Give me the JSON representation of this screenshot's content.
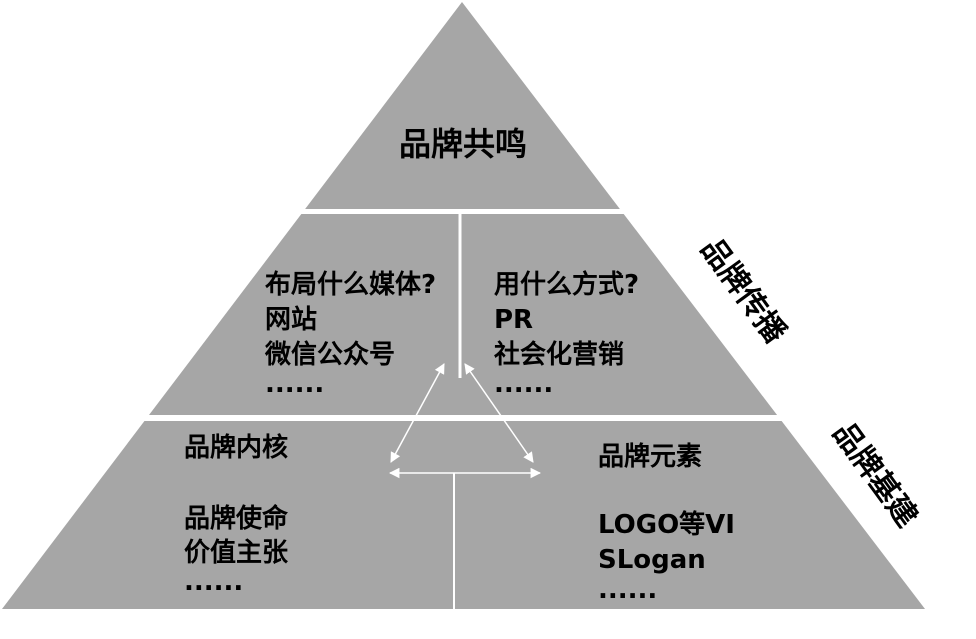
{
  "top": {
    "title": "品牌共鸣"
  },
  "middle": {
    "side_label": "品牌传播",
    "left": [
      "布局什么媒体?",
      "网站",
      "微信公众号",
      "......"
    ],
    "right": [
      "用什么方式?",
      "PR",
      "社会化营销",
      "......"
    ]
  },
  "bottom": {
    "side_label": "品牌基建",
    "left": [
      "品牌内核",
      "品牌使命",
      "价值主张",
      "......"
    ],
    "right": [
      "品牌元素",
      "LOGO等VI",
      "SLogan",
      "......"
    ]
  },
  "colors": {
    "fill": "#a6a6a6",
    "lines": "#ffffff",
    "text": "#000000"
  }
}
